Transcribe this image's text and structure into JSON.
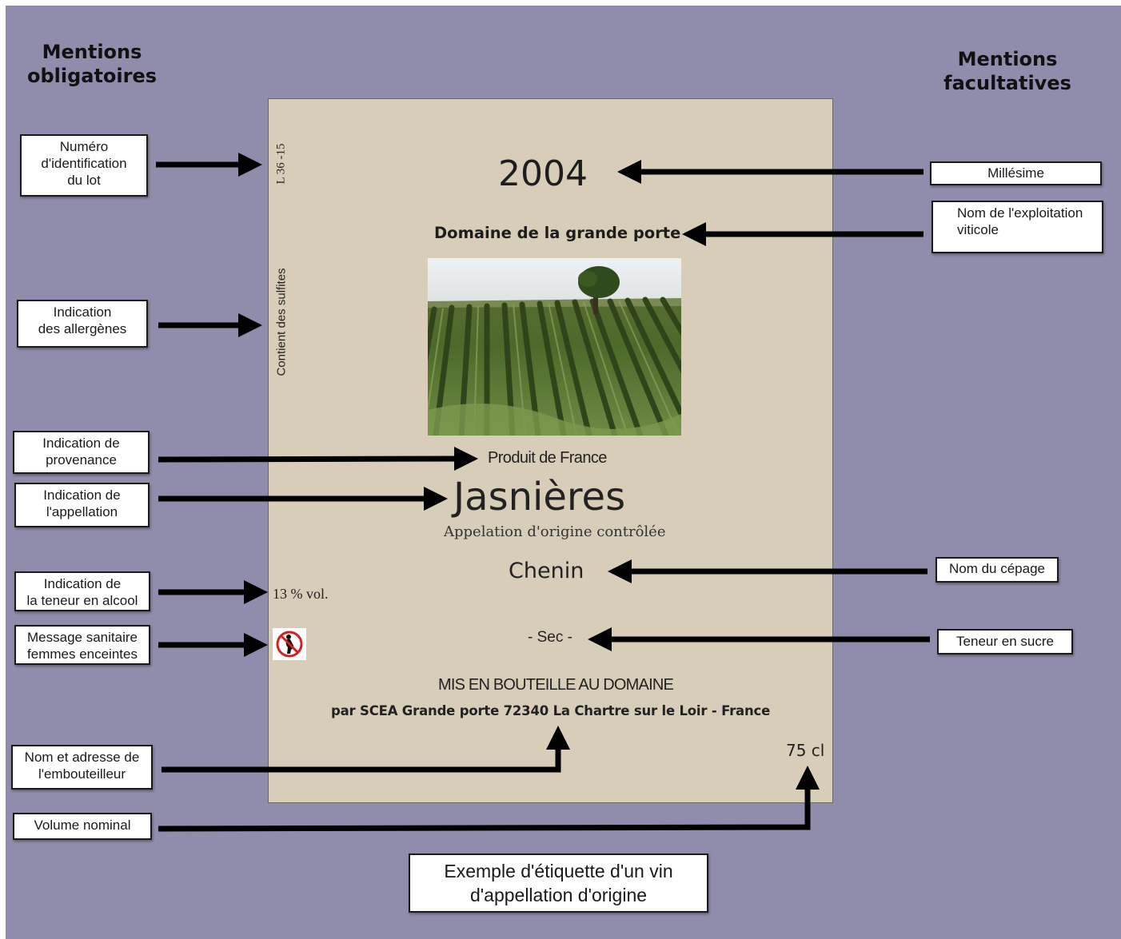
{
  "headings": {
    "left": "Mentions\nobligatoires",
    "right": "Mentions\nfacultatives"
  },
  "left_callouts": [
    {
      "id": "lot",
      "text": "Numéro\nd'identification\ndu lot"
    },
    {
      "id": "allergens",
      "text": "Indication\ndes allergènes"
    },
    {
      "id": "provenance",
      "text": "Indication de\nprovenance"
    },
    {
      "id": "appellation",
      "text": "Indication de\nl'appellation"
    },
    {
      "id": "alcohol",
      "text": "Indication de\nla teneur en alcool"
    },
    {
      "id": "health",
      "text": "Message sanitaire\nfemmes enceintes"
    },
    {
      "id": "bottler",
      "text": "Nom et adresse de\nl'embouteilleur"
    },
    {
      "id": "volume",
      "text": "Volume nominal"
    }
  ],
  "right_callouts": [
    {
      "id": "vintage",
      "text": "Millésime"
    },
    {
      "id": "estate",
      "text": "Nom de l'exploitation\nviticole"
    },
    {
      "id": "grape",
      "text": "Nom du cépage"
    },
    {
      "id": "sugar",
      "text": "Teneur en sucre"
    }
  ],
  "caption": "Exemple d'étiquette d'un vin\nd'appellation d'origine",
  "wine_label": {
    "lot_number": "L 36 -15",
    "sulfites": "Contient des sulfites",
    "vintage": "2004",
    "estate": "Domaine de la grande porte",
    "origin": "Produit de France",
    "appellation": "Jasnières",
    "appellation_type": "Appelation d'origine contrôlée",
    "grape": "Chenin",
    "alcohol": "13 % vol.",
    "sugar": "- Sec -",
    "bottled": "MIS EN BOUTEILLE AU DOMAINE",
    "bottler_address": "par SCEA Grande porte 72340 La Chartre sur le Loir - France",
    "volume": "75 cl"
  },
  "colors": {
    "background": "#908dac",
    "label_paper": "#d8cdb8",
    "arrow": "#000000"
  },
  "icons": [
    "pregnant-woman-warning-icon",
    "vineyard-photo"
  ]
}
